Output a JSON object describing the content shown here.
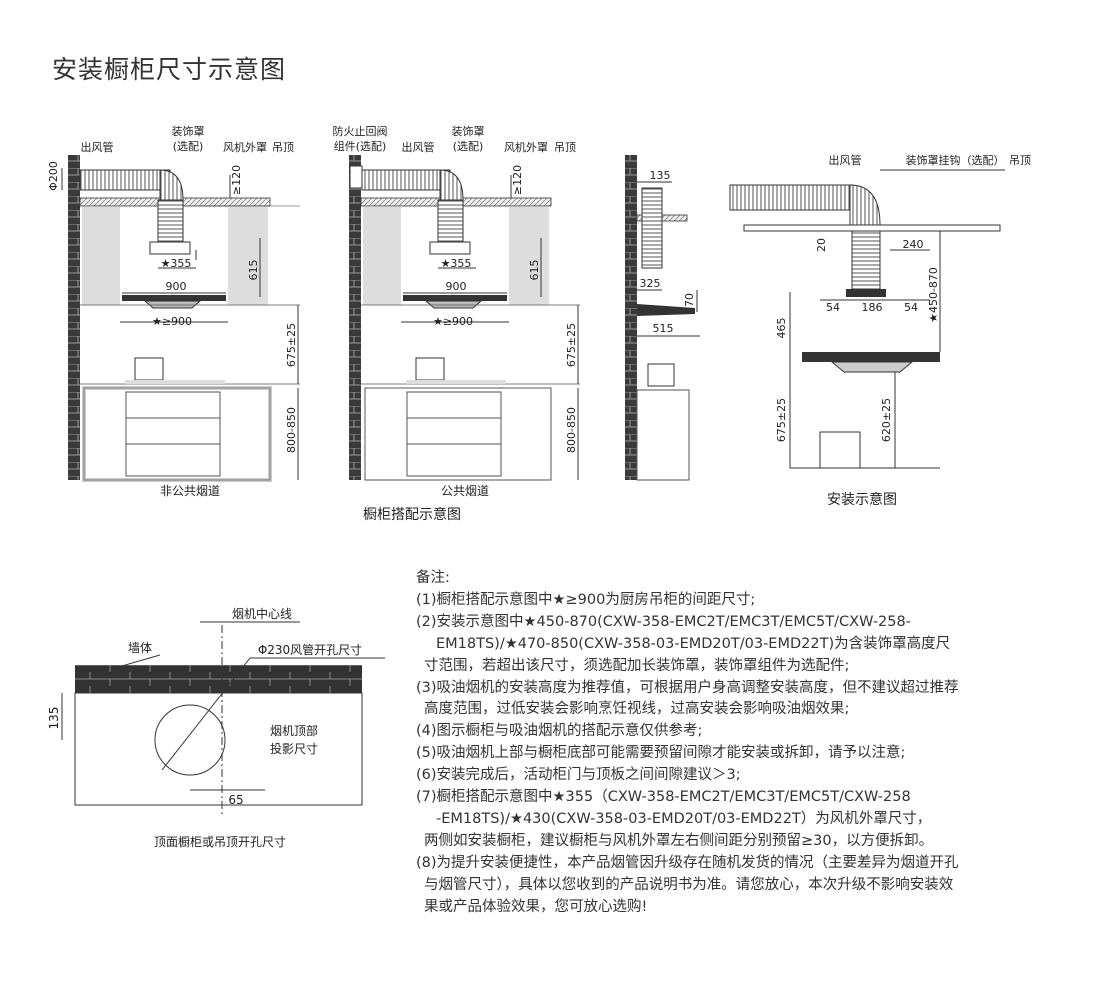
{
  "title": "安装橱柜尺寸示意图",
  "cabinet_diagram": {
    "caption": "橱柜搭配示意图",
    "non_public": {
      "caption": "非公共烟道",
      "labels": {
        "outlet": "出风管",
        "cover_1": "装饰罩",
        "cover_2": "(选配)",
        "fan_cover": "风机外罩",
        "ceiling": "吊顶"
      },
      "dims": {
        "duct_dia": "Φ200",
        "gap": "≥120",
        "fan_width": "★355",
        "hood_width": "900",
        "cabinet_h": "615",
        "cabinet_gap": "★≥900",
        "install_h": "675±25",
        "counter_h": "800-850"
      }
    },
    "public": {
      "caption": "公共烟道",
      "labels": {
        "valve_1": "防火止回阀",
        "valve_2": "组件(选配)",
        "outlet": "出风管",
        "cover_1": "装饰罩",
        "cover_2": "(选配)",
        "fan_cover": "风机外罩",
        "ceiling": "吊顶"
      },
      "dims": {
        "gap": "≥120",
        "fan_width": "★355",
        "hood_width": "900",
        "cabinet_h": "615",
        "cabinet_gap": "★≥900",
        "install_h": "675±25",
        "counter_h": "800-850"
      }
    }
  },
  "side_view": {
    "dims": {
      "top": "135",
      "depth": "325",
      "thick": "70",
      "hood_depth": "515"
    }
  },
  "install_diagram": {
    "caption": "安装示意图",
    "labels": {
      "outlet": "出风管",
      "hook": "装饰罩挂钩（选配）",
      "ceiling": "吊顶"
    },
    "dims": {
      "d20": "20",
      "d240": "240",
      "range": "★450-870",
      "left": "54",
      "mid": "186",
      "right": "54",
      "d465": "465",
      "install_h": "675±25",
      "low_h": "620±25"
    }
  },
  "hole_diagram": {
    "caption": "顶面橱柜或吊顶开孔尺寸",
    "labels": {
      "wall": "墙体",
      "center": "烟机中心线",
      "hole": "Φ230风管开孔尺寸",
      "proj_1": "烟机顶部",
      "proj_2": "投影尺寸"
    },
    "dims": {
      "d135": "135",
      "d65": "65"
    }
  },
  "notes": {
    "heading": "备注:",
    "lines": [
      "(1)橱柜搭配示意图中★≥900为厨房吊柜的间距尺寸;",
      "(2)安装示意图中★450-870(CXW-358-EMC2T/EMC3T/EMC5T/CXW-258-",
      "EM18TS)/★470-850(CXW-358-03-EMD20T/03-EMD22T)为含装饰罩高度尺",
      "寸范围，若超出该尺寸，须选配加长装饰罩，装饰罩组件为选配件;",
      "(3)吸油烟机的安装高度为推荐值，可根据用户身高调整安装高度，但不建议超过推荐",
      "高度范围，过低安装会影响烹饪视线，过高安装会影响吸油烟效果;",
      "(4)图示橱柜与吸油烟机的搭配示意仅供参考;",
      "(5)吸油烟机上部与橱柜底部可能需要预留间隙才能安装或拆卸，请予以注意;",
      "(6)安装完成后，活动柜门与顶板之间间隙建议＞3;",
      "(7)橱柜搭配示意图中★355（CXW-358-EMC2T/EMC3T/EMC5T/CXW-258",
      "-EM18TS)/★430(CXW-358-03-EMD20T/03-EMD22T）为风机外罩尺寸，",
      "两侧如安装橱柜，建议橱柜与风机外罩左右侧间距分别预留≥30，以方便拆卸。",
      "(8)为提升安装便捷性，本产品烟管因升级存在随机发货的情况（主要差异为烟道开孔",
      "与烟管尺寸），具体以您收到的产品说明书为准。请您放心，本次升级不影响安装效",
      "果或产品体验效果，您可放心选购!"
    ]
  }
}
